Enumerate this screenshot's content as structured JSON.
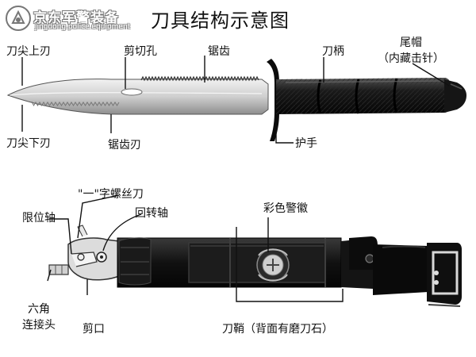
{
  "brand": {
    "name": "京东军警装备",
    "url": "jingdong.police.equipment"
  },
  "title": "刀具结构示意图",
  "labels": {
    "tip_upper_edge": "刀尖上刃",
    "tip_lower_edge": "刀尖下刃",
    "wire_cutter_hole": "剪切孔",
    "saw_teeth": "锯齿",
    "saw_edge": "锯齿刃",
    "handle": "刀柄",
    "pommel_line1": "尾帽",
    "pommel_line2": "（内藏击针）",
    "guard": "护手",
    "screwdriver": "\"一\"字螺丝刀",
    "stop_pin": "限位轴",
    "pivot": "回转轴",
    "emblem": "彩色警徽",
    "hex_line1": "六角",
    "hex_line2": "连接头",
    "cutter_jaw": "剪口",
    "sheath": "刀鞘（背面有磨刀石）"
  }
}
